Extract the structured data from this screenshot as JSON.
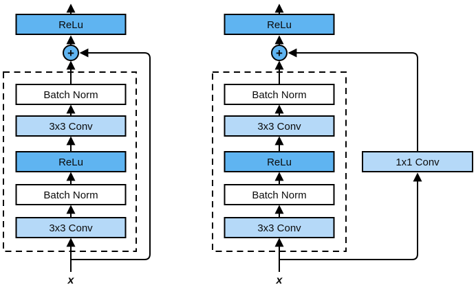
{
  "colors": {
    "medium_blue": "#5fb4f1",
    "light_blue": "#b5d9f8",
    "white": "#ffffff",
    "line_black": "#000000"
  },
  "icons": {
    "add_symbol": "+"
  },
  "diagrams": [
    {
      "id": "identity-residual-block",
      "output_activation": {
        "label": "ReLu",
        "fill": "#5fb4f1"
      },
      "stack": [
        {
          "label": "Batch Norm",
          "fill": "#ffffff"
        },
        {
          "label": "3x3 Conv",
          "fill": "#b5d9f8"
        },
        {
          "label": "ReLu",
          "fill": "#5fb4f1"
        },
        {
          "label": "Batch Norm",
          "fill": "#ffffff"
        },
        {
          "label": "3x3 Conv",
          "fill": "#b5d9f8"
        }
      ],
      "input_label": "x"
    },
    {
      "id": "projection-residual-block",
      "output_activation": {
        "label": "ReLu",
        "fill": "#5fb4f1"
      },
      "stack": [
        {
          "label": "Batch Norm",
          "fill": "#ffffff"
        },
        {
          "label": "3x3 Conv",
          "fill": "#b5d9f8"
        },
        {
          "label": "ReLu",
          "fill": "#5fb4f1"
        },
        {
          "label": "Batch Norm",
          "fill": "#ffffff"
        },
        {
          "label": "3x3 Conv",
          "fill": "#b5d9f8"
        }
      ],
      "shortcut_conv": {
        "label": "1x1 Conv",
        "fill": "#b5d9f8"
      },
      "input_label": "x"
    }
  ]
}
